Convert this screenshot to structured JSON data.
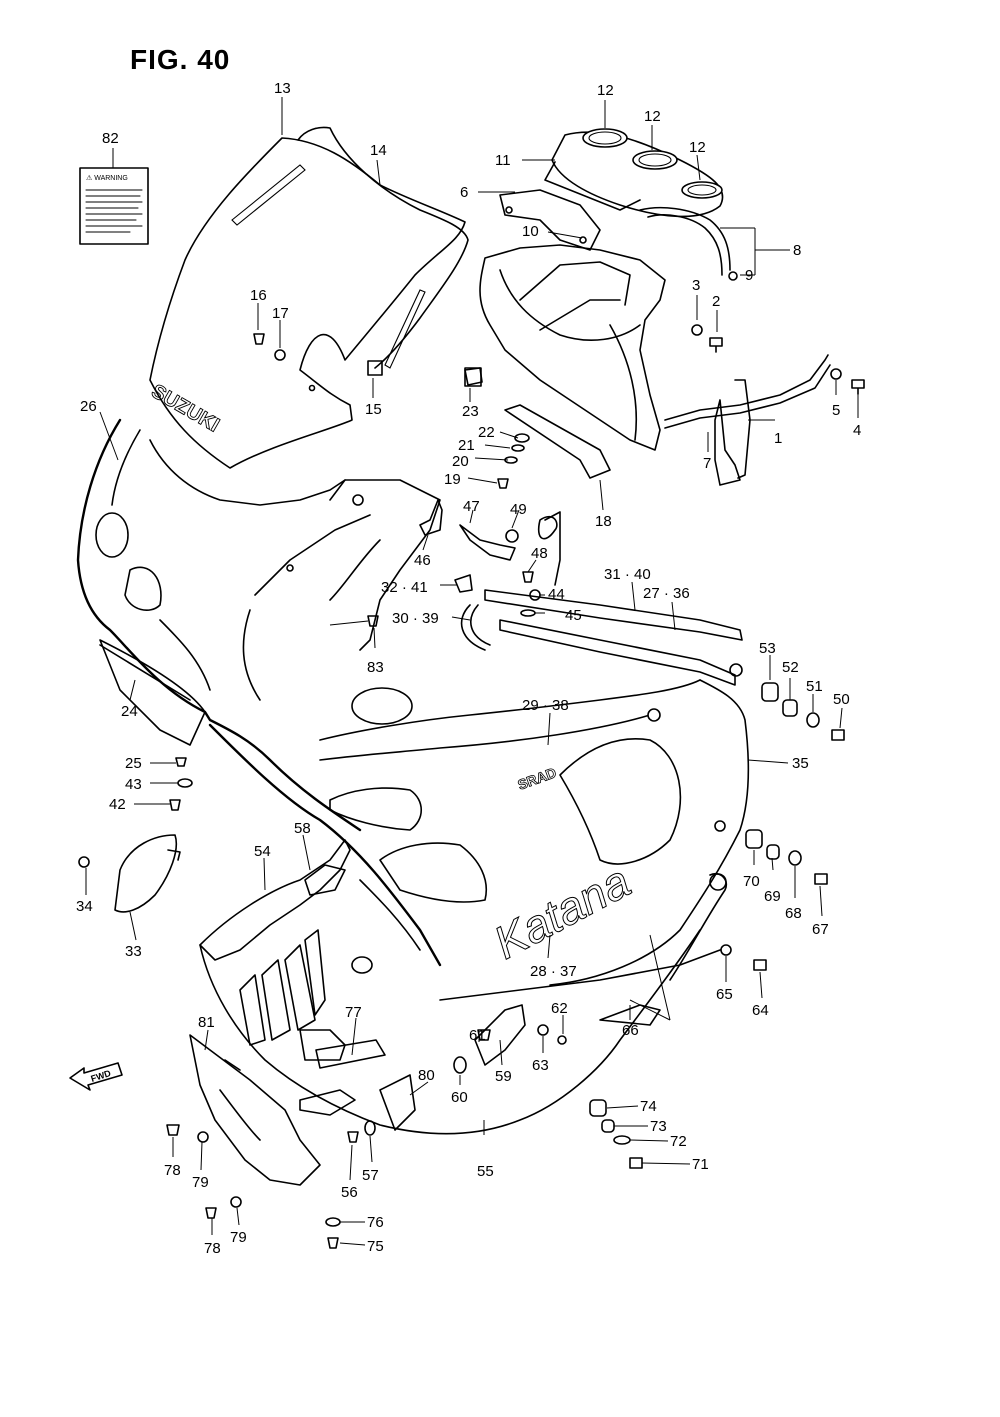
{
  "figure": {
    "title": "FIG. 40"
  },
  "labels": {
    "p1": "1",
    "p2": "2",
    "p3": "3",
    "p4": "4",
    "p5": "5",
    "p6": "6",
    "p7": "7",
    "p8": "8",
    "p9": "9",
    "p10": "10",
    "p11": "11",
    "p12a": "12",
    "p12b": "12",
    "p12c": "12",
    "p13": "13",
    "p14": "14",
    "p15": "15",
    "p16": "16",
    "p17": "17",
    "p18": "18",
    "p19": "19",
    "p20": "20",
    "p21": "21",
    "p22": "22",
    "p23": "23",
    "p24": "24",
    "p25": "25",
    "p26": "26",
    "p27_36": "27 · 36",
    "p28_37": "28 · 37",
    "p29_38": "29 · 38",
    "p30_39": "30 · 39",
    "p31_40": "31 · 40",
    "p32_41": "32 · 41",
    "p33": "33",
    "p34": "34",
    "p35": "35",
    "p42": "42",
    "p43": "43",
    "p44": "44",
    "p45": "45",
    "p46": "46",
    "p47": "47",
    "p48": "48",
    "p49": "49",
    "p50": "50",
    "p51": "51",
    "p52": "52",
    "p53": "53",
    "p54": "54",
    "p55": "55",
    "p56": "56",
    "p57": "57",
    "p58": "58",
    "p59": "59",
    "p60": "60",
    "p61": "61",
    "p62": "62",
    "p63": "63",
    "p64": "64",
    "p65": "65",
    "p66": "66",
    "p67": "67",
    "p68": "68",
    "p69": "69",
    "p70": "70",
    "p71": "71",
    "p72": "72",
    "p73": "73",
    "p74": "74",
    "p75": "75",
    "p76": "76",
    "p77": "77",
    "p78a": "78",
    "p78b": "78",
    "p79a": "79",
    "p79b": "79",
    "p80": "80",
    "p81": "81",
    "p82": "82",
    "p83": "83"
  },
  "decals": {
    "warning": "⚠ WARNING",
    "windscreen_logo": "SUZUKI",
    "fairing_script": "Katana",
    "srad_badge": "SRAD",
    "fwd_arrow": "FWD"
  }
}
